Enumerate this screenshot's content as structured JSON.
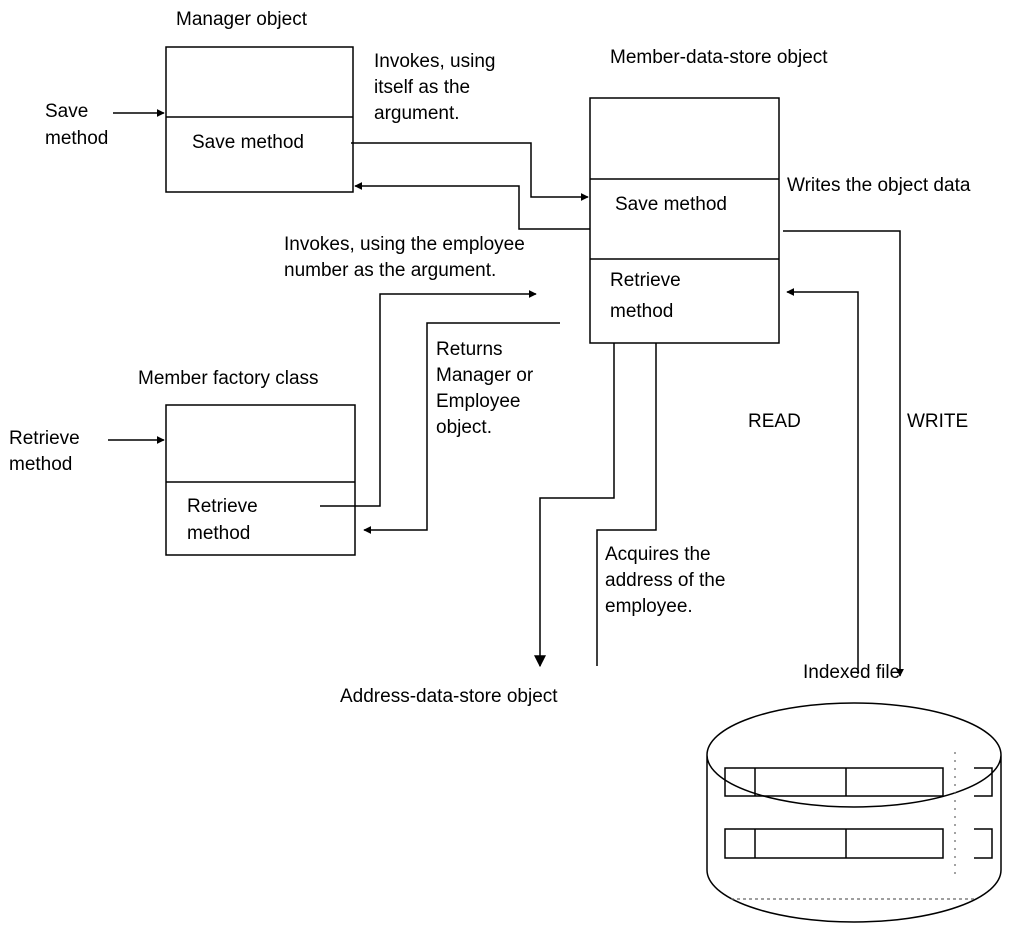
{
  "manager_object": {
    "title": "Manager object",
    "save_method": "Save method"
  },
  "manager_input": {
    "line1": "Save",
    "line2": "method"
  },
  "invoke_self": {
    "line1": "Invokes, using",
    "line2": "itself as the",
    "line3": "argument."
  },
  "member_data_store": {
    "title": "Member-data-store object",
    "save_method": "Save method",
    "retrieve_line1": "Retrieve",
    "retrieve_line2": "method"
  },
  "writes_note": "Writes the object data",
  "invoke_employee": {
    "line1": "Invokes, using the employee",
    "line2": "number as the argument."
  },
  "returns_note": {
    "line1": "Returns",
    "line2": "Manager or",
    "line3": "Employee",
    "line4": "object."
  },
  "member_factory": {
    "title": "Member factory class",
    "retrieve_line1": "Retrieve",
    "retrieve_line2": "method"
  },
  "factory_input": {
    "line1": "Retrieve",
    "line2": "method"
  },
  "read_label": "READ",
  "write_label": "WRITE",
  "acquires_note": {
    "line1": "Acquires the",
    "line2": "address of the",
    "line3": "employee."
  },
  "address_data_store": "Address-data-store object",
  "indexed_file": "Indexed file",
  "colors": {
    "ink": "#000000",
    "background": "#ffffff",
    "dotted": "#666666"
  }
}
